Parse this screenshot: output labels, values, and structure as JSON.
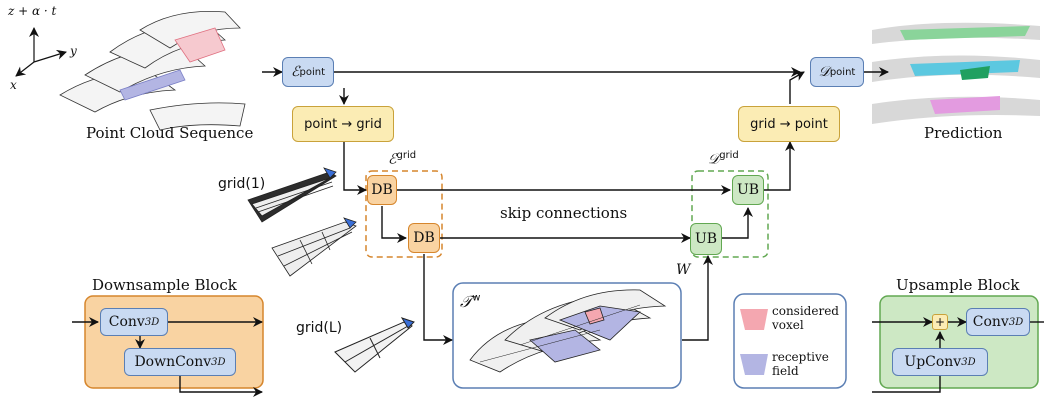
{
  "axes": {
    "z_label": "z + α · t",
    "y_label": "y",
    "x_label": "x"
  },
  "captions": {
    "point_cloud": "Point Cloud Sequence",
    "prediction": "Prediction",
    "skip": "skip connections",
    "grid_1": "grid(1)",
    "grid_L": "grid(L)",
    "W": "W",
    "downsample_title": "Downsample Block",
    "upsample_title": "Upsample Block"
  },
  "nodes": {
    "enc_point": {
      "base": "ℰ",
      "sup": "point"
    },
    "dec_point": {
      "base": "𝒟",
      "sup": "point"
    },
    "point_to_grid": "point → grid",
    "grid_to_point": "grid → point",
    "enc_grid": {
      "base": "ℰ",
      "sup": "grid"
    },
    "dec_grid": {
      "base": "𝒟",
      "sup": "grid"
    },
    "db": "DB",
    "ub": "UB",
    "transformer": {
      "base": "𝒯",
      "sup": "w"
    },
    "conv3d": {
      "base": "Conv",
      "sub": "3D"
    },
    "downconv3d": {
      "base": "DownConv",
      "sub": "3D"
    },
    "upconv3d": {
      "base": "UpConv",
      "sub": "3D"
    },
    "plus": "+"
  },
  "legend": {
    "considered": "considered voxel",
    "receptive": "receptive field",
    "considered_lines": [
      "considered",
      "voxel"
    ],
    "receptive_lines": [
      "receptive",
      "field"
    ]
  },
  "colors": {
    "encoder": "#c9daf2",
    "transform": "#fbecb4",
    "downsample": "#f9d3a2",
    "upsample": "#cde8c4",
    "considered_voxel": "#f4a7b0",
    "receptive_field": "#b3b5e3"
  }
}
